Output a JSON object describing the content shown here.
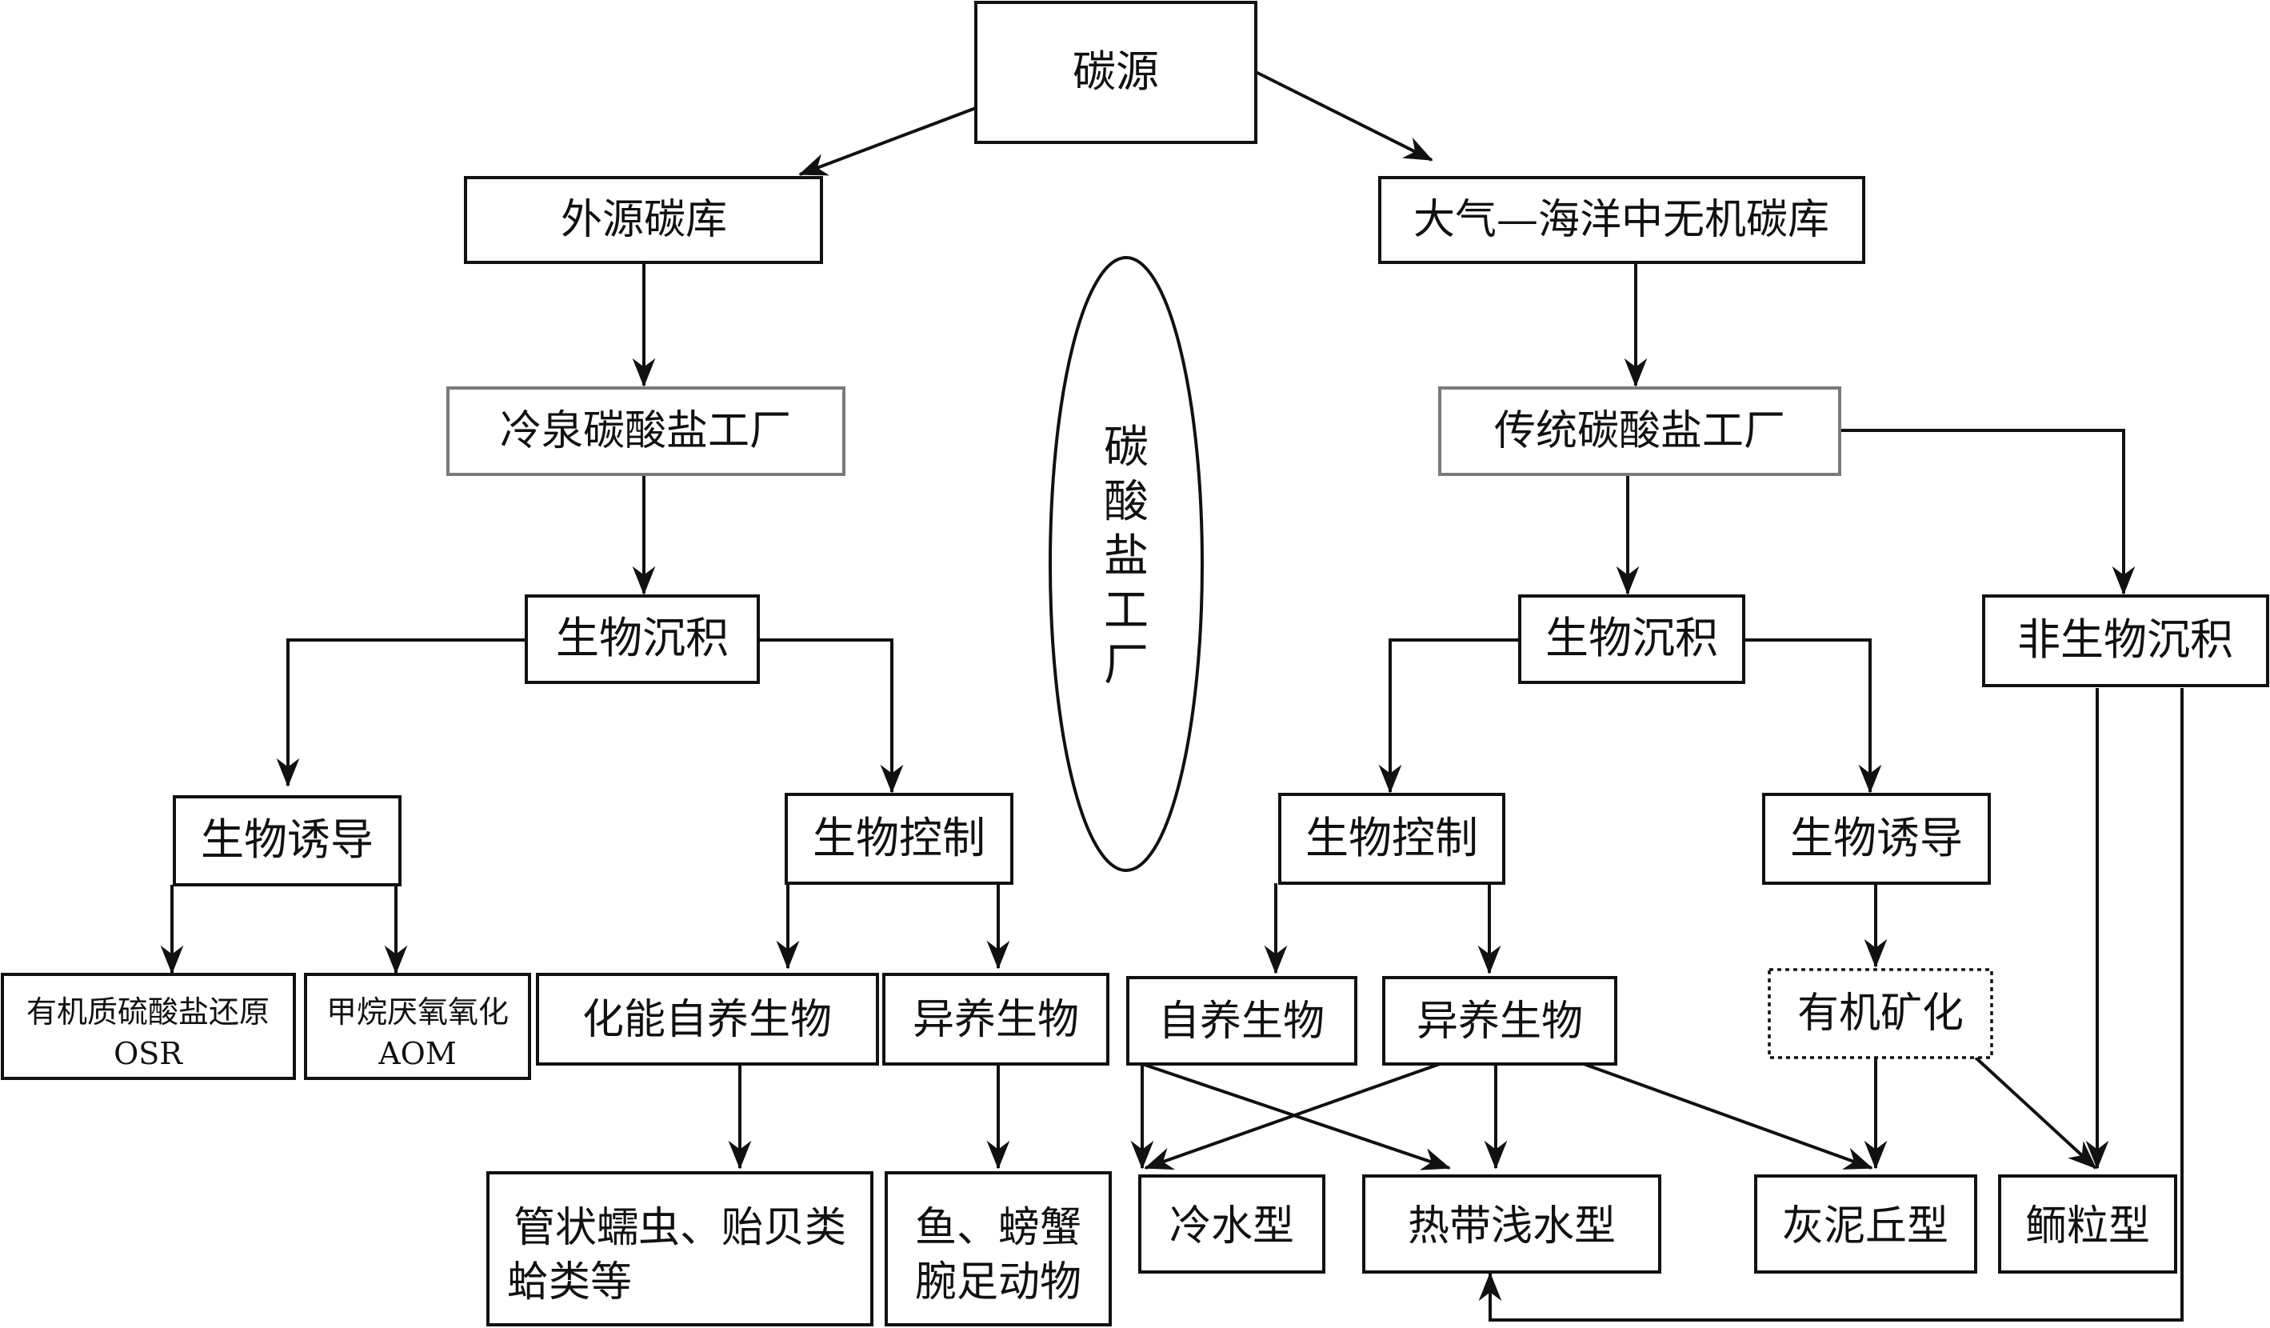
{
  "diagram": {
    "nodes": [
      {
        "id": "tanyuan",
        "label": "碳源"
      },
      {
        "id": "waiyuan",
        "label": "外源碳库"
      },
      {
        "id": "daqi",
        "label": "大气—海洋中无机碳库"
      },
      {
        "id": "lengquan",
        "label": "冷泉碳酸盐工厂"
      },
      {
        "id": "chuantong",
        "label": "传统碳酸盐工厂"
      },
      {
        "id": "sw_left",
        "label": "生物沉积"
      },
      {
        "id": "sw_right",
        "label": "生物沉积"
      },
      {
        "id": "feisw",
        "label": "非生物沉积"
      },
      {
        "id": "youdao_left",
        "label": "生物诱导"
      },
      {
        "id": "kongzhi_left",
        "label": "生物控制"
      },
      {
        "id": "kongzhi_right",
        "label": "生物控制"
      },
      {
        "id": "youdao_right",
        "label": "生物诱导"
      },
      {
        "id": "osr",
        "label": "有机质硫酸盐还原",
        "label2": "OSR"
      },
      {
        "id": "aom",
        "label": "甲烷厌氧氧化",
        "label2": "AOM"
      },
      {
        "id": "huaneng",
        "label": "化能自养生物"
      },
      {
        "id": "yiyang_left",
        "label": "异养生物"
      },
      {
        "id": "ziyang",
        "label": "自养生物"
      },
      {
        "id": "yiyang_right",
        "label": "异养生物"
      },
      {
        "id": "youjikh",
        "label": "有机矿化"
      },
      {
        "id": "guanzhuang",
        "label": "管状蠕虫、贻贝类",
        "label2": "蛤类等"
      },
      {
        "id": "yu",
        "label": "鱼、螃蟹",
        "label2": "腕足动物"
      },
      {
        "id": "lengshui",
        "label": "冷水型"
      },
      {
        "id": "redai",
        "label": "热带浅水型"
      },
      {
        "id": "huini",
        "label": "灰泥丘型"
      },
      {
        "id": "eli",
        "label": "鲕粒型"
      }
    ],
    "center_label": [
      "碳",
      "酸",
      "盐",
      "工",
      "厂"
    ]
  }
}
